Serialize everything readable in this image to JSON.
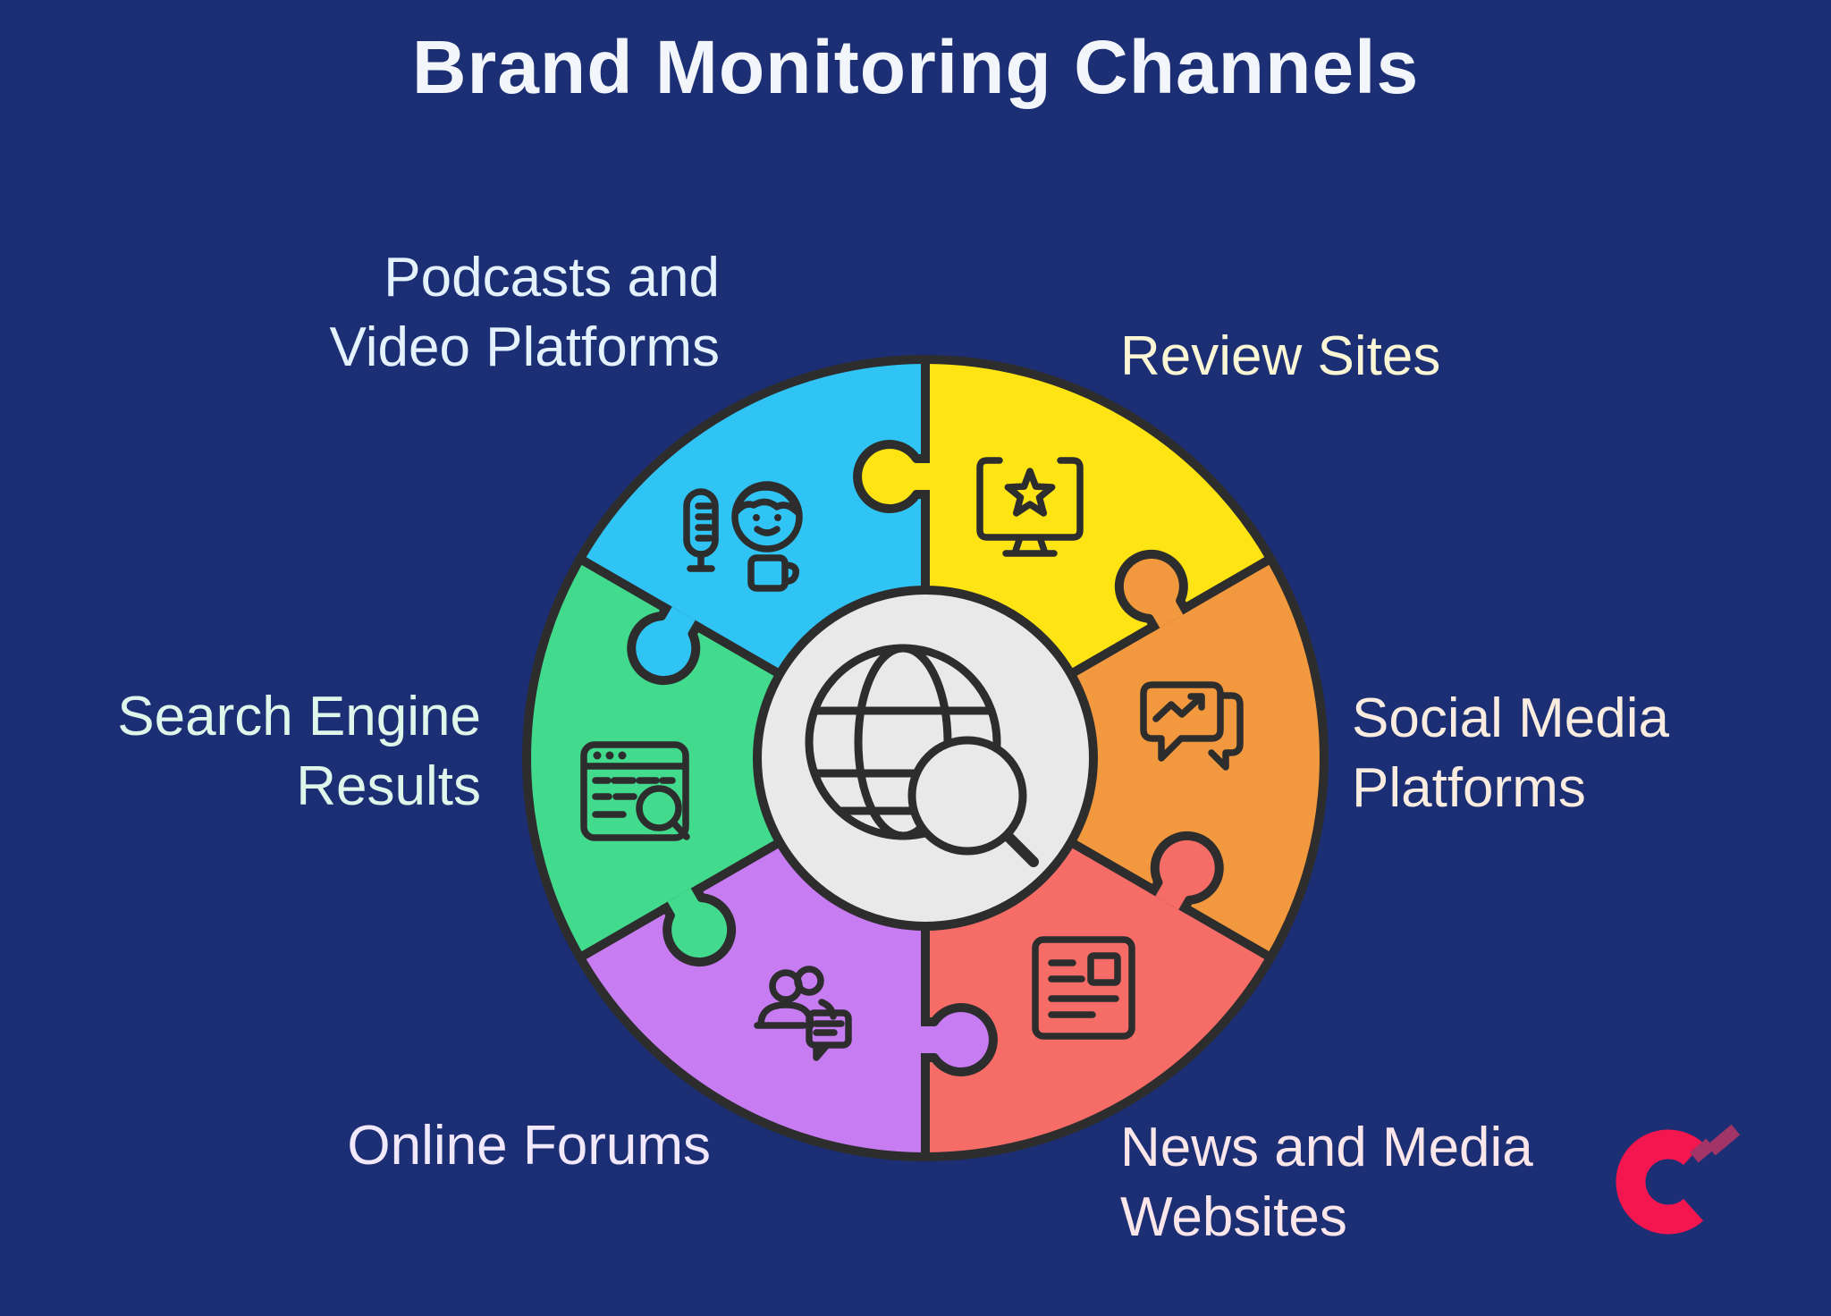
{
  "title": "Brand Monitoring Channels",
  "title_color": "#F2F6FA",
  "background_color": "#1C2E74",
  "outline_color": "#2D2D2D",
  "center": {
    "icon": "globe-search-icon",
    "fill": "#E9E9E9"
  },
  "segments": [
    {
      "id": "review-sites",
      "label": "Review Sites",
      "lines": [
        "Review Sites"
      ],
      "color": "#FFE414",
      "label_color": "#FBF7D5",
      "icon": "monitor-star-icon",
      "position": "top-right"
    },
    {
      "id": "social-media-platforms",
      "label": "Social Media Platforms",
      "lines": [
        "Social Media",
        "Platforms"
      ],
      "color": "#F2993F",
      "label_color": "#FAEDDF",
      "icon": "chat-trend-icon",
      "position": "right"
    },
    {
      "id": "news-and-media-websites",
      "label": "News and Media Websites",
      "lines": [
        "News and Media",
        "Websites"
      ],
      "color": "#F66D68",
      "label_color": "#FBE7EA",
      "icon": "newspaper-icon",
      "position": "bottom-right"
    },
    {
      "id": "online-forums",
      "label": "Online Forums",
      "lines": [
        "Online Forums"
      ],
      "color": "#C77CF2",
      "label_color": "#F2E8FB",
      "icon": "people-chat-icon",
      "position": "bottom-left"
    },
    {
      "id": "search-engine-results",
      "label": "Search Engine Results",
      "lines": [
        "Search Engine",
        "Results"
      ],
      "color": "#42DA8D",
      "label_color": "#DFF6EB",
      "icon": "browser-search-icon",
      "position": "left"
    },
    {
      "id": "podcasts-and-video-platforms",
      "label": "Podcasts and Video Platforms",
      "lines": [
        "Podcasts and",
        "Video Platforms"
      ],
      "color": "#30C4F4",
      "label_color": "#E3F2FD",
      "icon": "podcast-icon",
      "position": "top-left"
    }
  ],
  "logo": {
    "name": "brand-logo",
    "primary_color": "#F4164E",
    "accent_color": "#A23568"
  }
}
